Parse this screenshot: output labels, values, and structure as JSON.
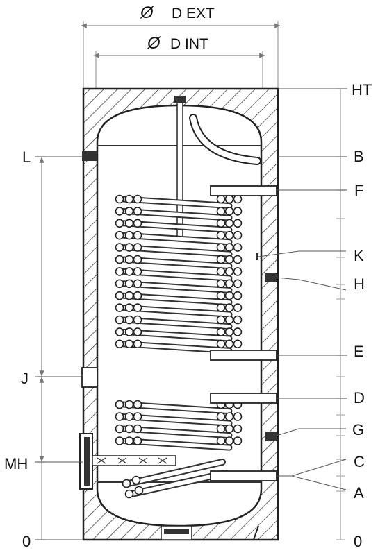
{
  "dimensions": {
    "outer_diameter": {
      "symbol": "Ø",
      "label": "D EXT"
    },
    "inner_diameter": {
      "symbol": "Ø",
      "label": "D INT"
    }
  },
  "right_labels": [
    "HT",
    "B",
    "F",
    "K",
    "H",
    "E",
    "D",
    "G",
    "C",
    "A",
    "0"
  ],
  "left_labels": [
    "L",
    "J",
    "MH",
    "0"
  ],
  "colors": {
    "line": "#222222",
    "hatch": "#444444",
    "dim": "#888888",
    "coil": "#333333"
  }
}
